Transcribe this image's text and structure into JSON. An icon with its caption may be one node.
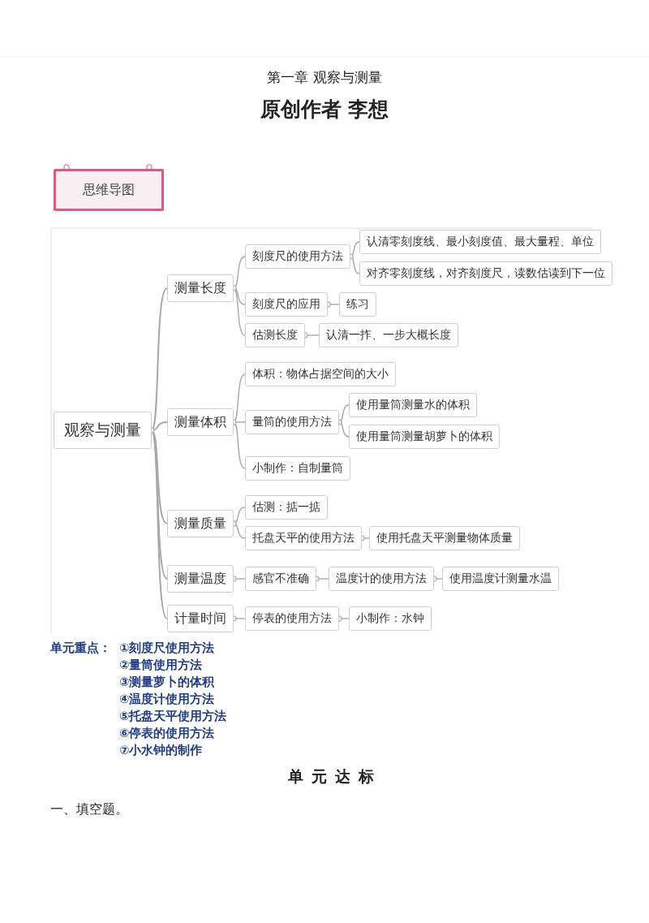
{
  "diagram": {
    "title": "第一章 观察与测量",
    "nodes": [
      {
        "text": [
          "思维导图"
        ]
      },
      {
        "text": [
          "观察与测量"
        ]
      },
      {
        "text": [
          "测量长度"
        ]
      },
      {
        "text": [
          "刻度尺的使用方法"
        ]
      },
      {
        "text": [
          "认清零刻度线、最小刻度值、最大量程、单位"
        ]
      },
      {
        "text": [
          "对齐零刻度线，对齐刻度尺，读数估读到下一位"
        ]
      },
      {
        "text": [
          "刻度尺的应用"
        ]
      },
      {
        "text": [
          "练习"
        ]
      },
      {
        "text": [
          "估测长度"
        ]
      },
      {
        "text": [
          "认清一拃、一步大概长度"
        ]
      },
      {
        "text": [
          "体积：物体占据空间的大小"
        ]
      },
      {
        "text": [
          "测量体积"
        ]
      },
      {
        "text": [
          "量筒的使用方法"
        ]
      },
      {
        "text": [
          "使用量筒测量水的体积"
        ]
      },
      {
        "text": [
          "使用量筒测量胡萝卜的体积"
        ]
      },
      {
        "text": [
          "小制作：自制量筒"
        ]
      },
      {
        "text": [
          "测量质量"
        ]
      },
      {
        "text": [
          "估测：掂一掂"
        ]
      },
      {
        "text": [
          "托盘天平的使用方法"
        ]
      },
      {
        "text": [
          "使用托盘天平测量物体质量"
        ]
      },
      {
        "text": [
          "测量温度"
        ]
      },
      {
        "text": [
          "感官不准确"
        ]
      },
      {
        "text": [
          "温度计的使用方法"
        ]
      },
      {
        "text": [
          "使用温度计测量水温"
        ]
      },
      {
        "text": [
          "计量时间"
        ]
      },
      {
        "text": [
          "停表的使用方法"
        ]
      },
      {
        "text": [
          "小制作：水钟"
        ]
      }
    ],
    "edges": [
      {
        "from": 1,
        "to": 2,
        "arrow": "none"
      },
      {
        "from": 1,
        "to": 11,
        "arrow": "none"
      },
      {
        "from": 1,
        "to": 16,
        "arrow": "none"
      },
      {
        "from": 1,
        "to": 20,
        "arrow": "none"
      },
      {
        "from": 1,
        "to": 24,
        "arrow": "none"
      },
      {
        "from": 2,
        "to": 3,
        "arrow": "none"
      },
      {
        "from": 2,
        "to": 6,
        "arrow": "none"
      },
      {
        "from": 2,
        "to": 8,
        "arrow": "none"
      },
      {
        "from": 3,
        "to": 4,
        "arrow": "none"
      },
      {
        "from": 3,
        "to": 5,
        "arrow": "none"
      },
      {
        "from": 6,
        "to": 7,
        "arrow": "none"
      },
      {
        "from": 8,
        "to": 9,
        "arrow": "none"
      },
      {
        "from": 11,
        "to": 10,
        "arrow": "none"
      },
      {
        "from": 11,
        "to": 12,
        "arrow": "none"
      },
      {
        "from": 11,
        "to": 15,
        "arrow": "none"
      },
      {
        "from": 12,
        "to": 13,
        "arrow": "none"
      },
      {
        "from": 12,
        "to": 14,
        "arrow": "none"
      },
      {
        "from": 16,
        "to": 17,
        "arrow": "none"
      },
      {
        "from": 16,
        "to": 18,
        "arrow": "none"
      },
      {
        "from": 18,
        "to": 19,
        "arrow": "none"
      },
      {
        "from": 20,
        "to": 21,
        "arrow": "none"
      },
      {
        "from": 21,
        "to": 22,
        "arrow": "none"
      },
      {
        "from": 22,
        "to": 23,
        "arrow": "none"
      },
      {
        "from": 24,
        "to": 25,
        "arrow": "none"
      },
      {
        "from": 25,
        "to": 26,
        "arrow": "none"
      }
    ],
    "labels": [
      "原创作者 李想",
      "单元重点：",
      "①刻度尺使用方法",
      "②量筒使用方法",
      "③测量萝卜的体积",
      "④温度计使用方法",
      "⑤托盘天平使用方法",
      "⑥停表的使用方法",
      "⑦小水钟的制作",
      "单元达标",
      "一、填空题。"
    ]
  }
}
